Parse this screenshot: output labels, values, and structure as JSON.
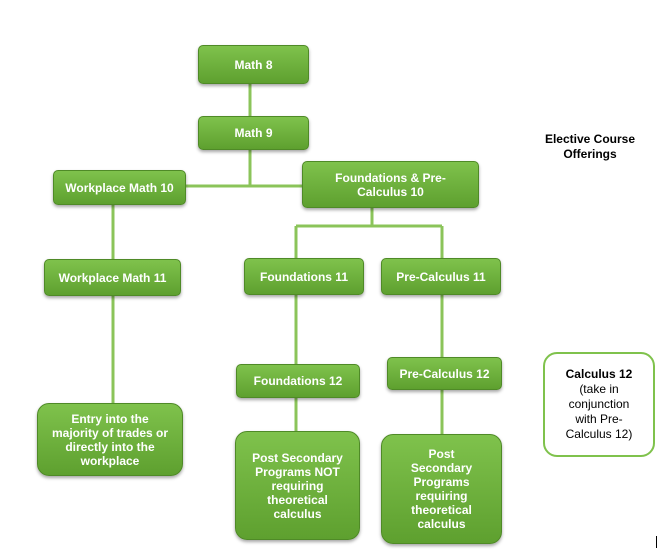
{
  "boxes": {
    "math8": "Math 8",
    "math9": "Math 9",
    "workplace10": "Workplace Math 10",
    "foundations_precalc10": "Foundations & Pre-\nCalculus 10",
    "workplace11": "Workplace Math 11",
    "foundations11": "Foundations 11",
    "precalc11": "Pre-Calculus 11",
    "foundations12": "Foundations 12",
    "precalc12": "Pre-Calculus 12",
    "trades": "Entry into the\nmajority of trades or\ndirectly into the\nworkplace",
    "post_not_theoretical": "Post Secondary\nPrograms NOT\nrequiring\ntheoretical\ncalculus",
    "post_theoretical": "Post\nSecondary\nPrograms\nrequiring\ntheoretical\ncalculus"
  },
  "elective": {
    "heading": "Elective Course\nOfferings",
    "calculus_title": "Calculus 12",
    "calculus_body": "(take in\nconjunction\nwith Pre-\nCalculus 12)"
  },
  "colors": {
    "box_fill": "#6fb43d",
    "box_border": "#4f8a27",
    "connector": "#8bc45a",
    "outline_border": "#7fc24c"
  }
}
